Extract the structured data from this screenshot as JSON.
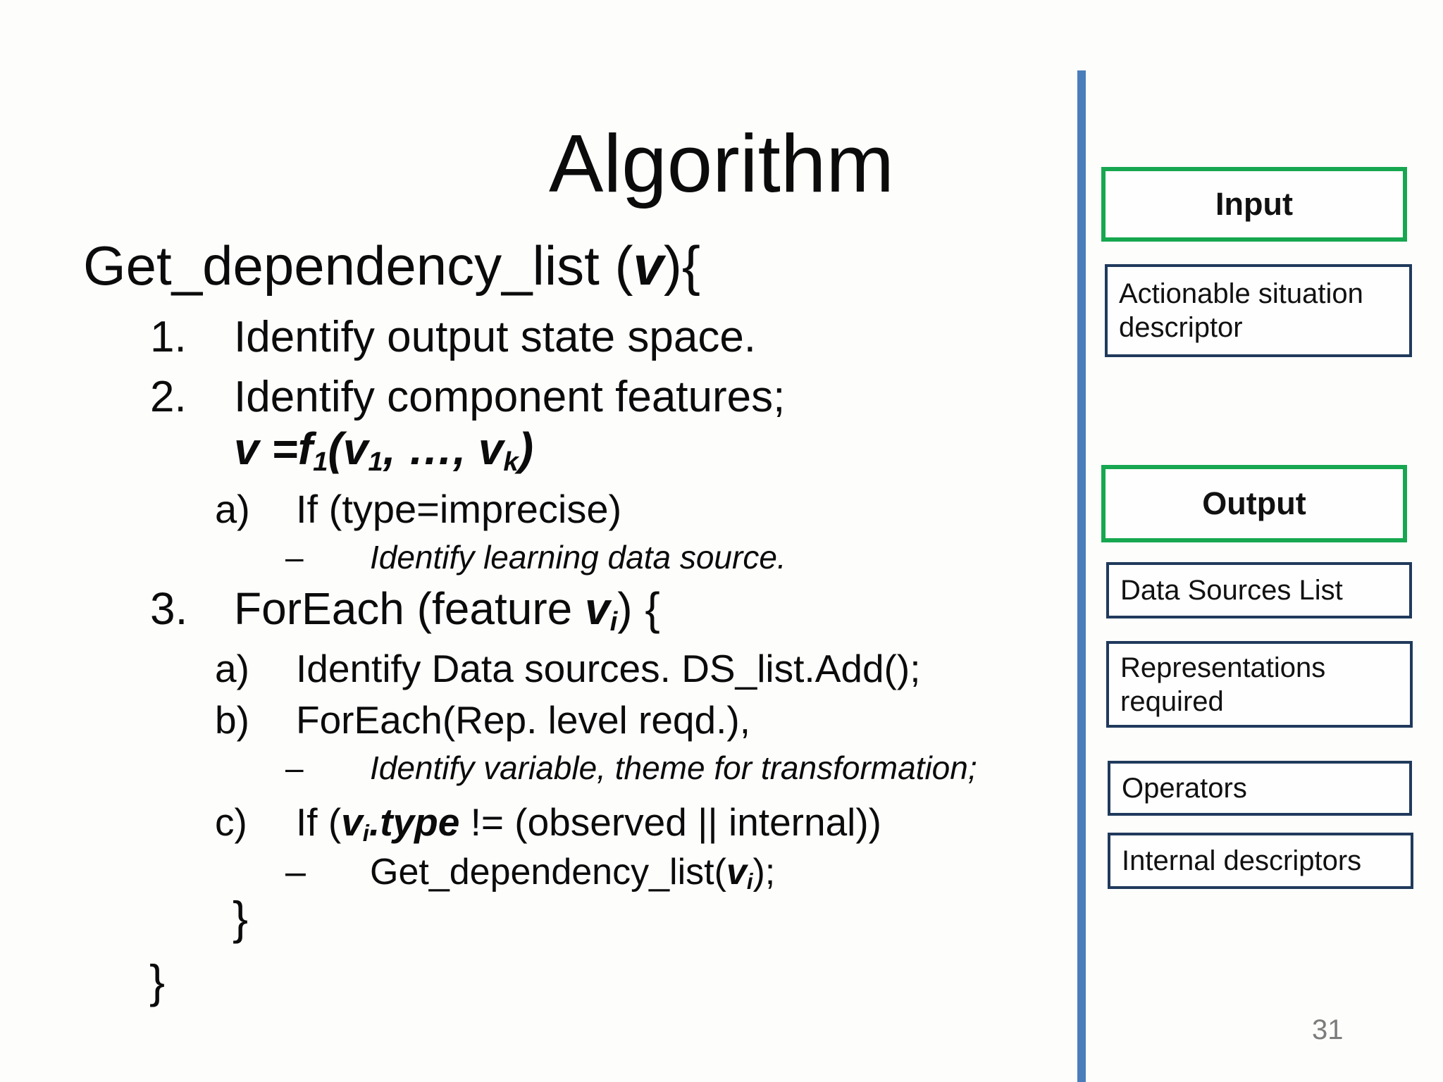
{
  "slide": {
    "title": "Algorithm",
    "page_number": "31"
  },
  "code": {
    "lines": [
      {
        "segments": [
          "Get_dependency_list (",
          "v",
          "){"
        ]
      },
      {
        "marker": "1.",
        "segments": [
          "Identify output state space."
        ]
      },
      {
        "marker": "2.",
        "segments": [
          "Identify component features;"
        ]
      },
      {
        "segments": [
          "v =f",
          "1",
          "(v",
          "1",
          ", …, v",
          "k",
          ")"
        ]
      },
      {
        "marker": "a)",
        "segments": [
          "If (type=imprecise)"
        ]
      },
      {
        "marker": "–",
        "segments": [
          "Identify learning data source."
        ]
      },
      {
        "marker": "3.",
        "segments": [
          "ForEach (feature ",
          "v",
          "i",
          ") {"
        ]
      },
      {
        "marker": "a)",
        "segments": [
          "Identify Data sources. DS_list.Add();"
        ]
      },
      {
        "marker": "b)",
        "segments": [
          "ForEach(Rep. level reqd.),"
        ]
      },
      {
        "marker": "–",
        "segments": [
          "Identify variable, theme for transformation;"
        ]
      },
      {
        "marker": "c)",
        "segments": [
          "If (",
          "v",
          "i",
          ".type",
          " != (observed || internal))"
        ]
      },
      {
        "marker": "–",
        "segments": [
          "Get_dependency_list(",
          "v",
          "i",
          ");"
        ]
      },
      {
        "segments": [
          "}"
        ]
      },
      {
        "segments": [
          "}"
        ]
      }
    ]
  },
  "panel": {
    "input": {
      "label": "Input",
      "items": [
        "Actionable situation descriptor"
      ]
    },
    "output": {
      "label": "Output",
      "items": [
        "Data Sources List",
        "Representations required",
        "Operators",
        "Internal descriptors"
      ]
    }
  }
}
